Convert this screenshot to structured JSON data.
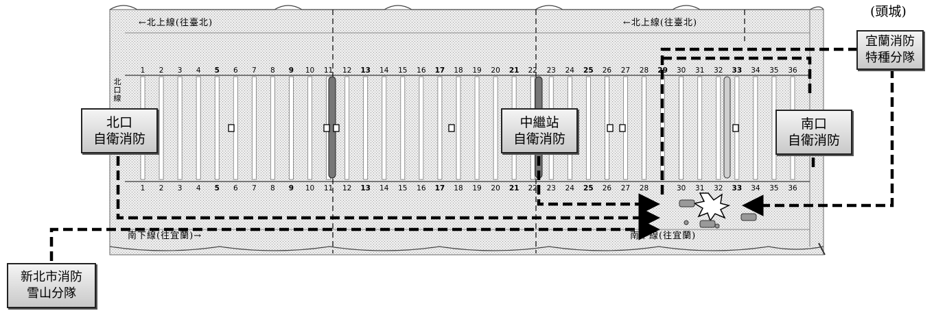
{
  "directions": {
    "north_left": "←北上線(往臺北)",
    "north_right": "←北上線(往臺北)",
    "south_left": "南下線(往宜蘭)→",
    "south_right": "南下線(往宜蘭)"
  },
  "town_label": "(頭城)",
  "side_label": "北口線",
  "stations": [
    {
      "id": "north",
      "lines": [
        "北口",
        "自衛消防"
      ]
    },
    {
      "id": "relay",
      "lines": [
        "中繼站",
        "自衛消防"
      ]
    },
    {
      "id": "south",
      "lines": [
        "南口",
        "自衛消防"
      ]
    },
    {
      "id": "yilan",
      "lines": [
        "宜蘭消防",
        "特種分隊"
      ]
    },
    {
      "id": "xueshan",
      "lines": [
        "新北市消防",
        "雪山分隊"
      ]
    }
  ],
  "cross_passages_top": [
    {
      "n": "1",
      "bold": false
    },
    {
      "n": "2",
      "bold": false
    },
    {
      "n": "3",
      "bold": false
    },
    {
      "n": "4",
      "bold": false
    },
    {
      "n": "5",
      "bold": true
    },
    {
      "n": "6",
      "bold": false
    },
    {
      "n": "7",
      "bold": false
    },
    {
      "n": "8",
      "bold": false
    },
    {
      "n": "9",
      "bold": true
    },
    {
      "n": "10",
      "bold": false
    },
    {
      "n": "11",
      "bold": false
    },
    {
      "n": "12",
      "bold": false
    },
    {
      "n": "13",
      "bold": true
    },
    {
      "n": "14",
      "bold": false
    },
    {
      "n": "15",
      "bold": false
    },
    {
      "n": "16",
      "bold": false
    },
    {
      "n": "17",
      "bold": true
    },
    {
      "n": "18",
      "bold": false
    },
    {
      "n": "19",
      "bold": false
    },
    {
      "n": "20",
      "bold": false
    },
    {
      "n": "21",
      "bold": true
    },
    {
      "n": "22",
      "bold": false
    },
    {
      "n": "23",
      "bold": false
    },
    {
      "n": "24",
      "bold": false
    },
    {
      "n": "25",
      "bold": true
    },
    {
      "n": "26",
      "bold": false
    },
    {
      "n": "27",
      "bold": false
    },
    {
      "n": "28",
      "bold": false
    },
    {
      "n": "29",
      "bold": true
    },
    {
      "n": "30",
      "bold": false
    },
    {
      "n": "31",
      "bold": false
    },
    {
      "n": "32",
      "bold": false
    },
    {
      "n": "33",
      "bold": true
    },
    {
      "n": "34",
      "bold": false
    },
    {
      "n": "35",
      "bold": false
    },
    {
      "n": "36",
      "bold": false
    }
  ],
  "cross_passages_bottom": [
    {
      "n": "1",
      "bold": false
    },
    {
      "n": "2",
      "bold": false
    },
    {
      "n": "3",
      "bold": false
    },
    {
      "n": "4",
      "bold": false
    },
    {
      "n": "5",
      "bold": true
    },
    {
      "n": "6",
      "bold": false
    },
    {
      "n": "7",
      "bold": false
    },
    {
      "n": "8",
      "bold": false
    },
    {
      "n": "9",
      "bold": true
    },
    {
      "n": "10",
      "bold": false
    },
    {
      "n": "11",
      "bold": false
    },
    {
      "n": "12",
      "bold": false
    },
    {
      "n": "13",
      "bold": true
    },
    {
      "n": "14",
      "bold": false
    },
    {
      "n": "15",
      "bold": false
    },
    {
      "n": "16",
      "bold": false
    },
    {
      "n": "17",
      "bold": true
    },
    {
      "n": "18",
      "bold": false
    },
    {
      "n": "19",
      "bold": false
    },
    {
      "n": "20",
      "bold": false
    },
    {
      "n": "21",
      "bold": true
    },
    {
      "n": "22",
      "bold": false
    },
    {
      "n": "23",
      "bold": false
    },
    {
      "n": "24",
      "bold": false
    },
    {
      "n": "25",
      "bold": true
    },
    {
      "n": "26",
      "bold": false
    },
    {
      "n": "27",
      "bold": false
    },
    {
      "n": "28",
      "bold": false
    },
    {
      "n": "",
      "bold": false
    },
    {
      "n": "30",
      "bold": false
    },
    {
      "n": "31",
      "bold": false
    },
    {
      "n": "32",
      "bold": false
    },
    {
      "n": "33",
      "bold": true
    },
    {
      "n": "34",
      "bold": false
    },
    {
      "n": "35",
      "bold": false
    },
    {
      "n": "36",
      "bold": false
    }
  ],
  "colors": {
    "tunnel_fill": "#e6e6e6",
    "route_line": "#000000",
    "explosion": "#ffffff"
  }
}
